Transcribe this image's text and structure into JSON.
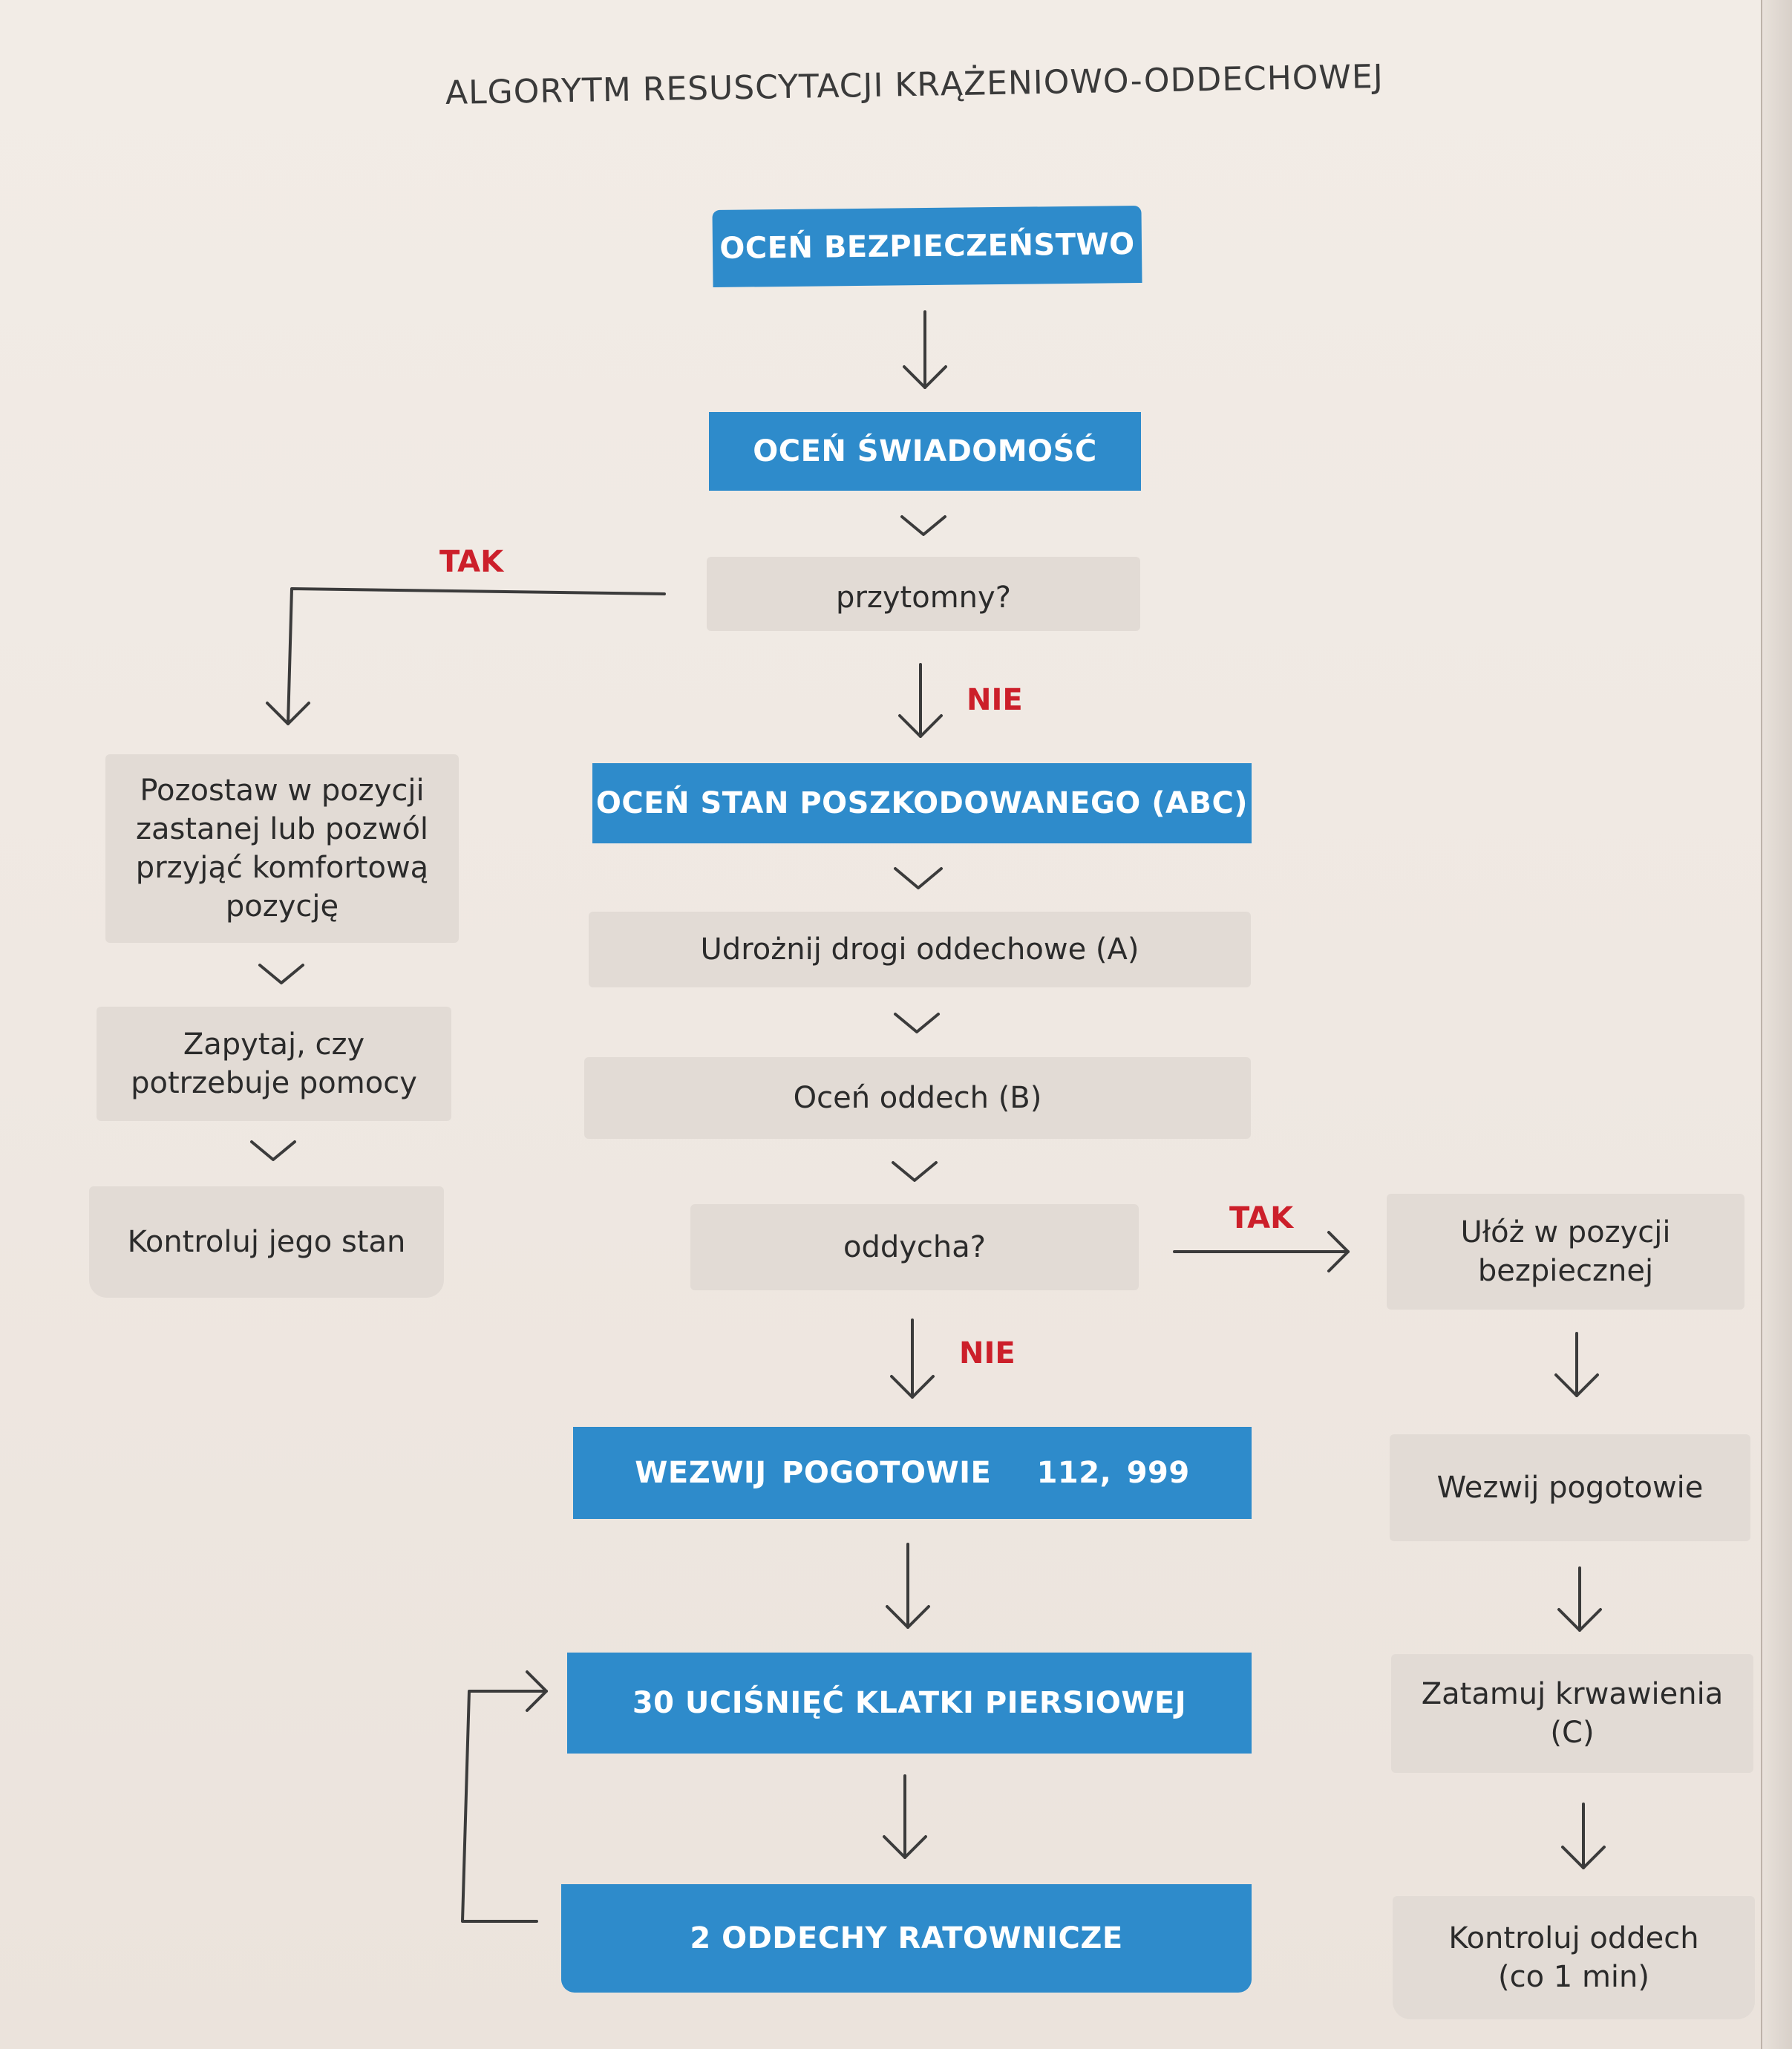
{
  "title": "ALGORYTM RESUSCYTACJI KRĄŻENIOWO-ODDECHOWEJ",
  "colors": {
    "blue_box": "#2e8bcb",
    "grey_box": "#e2dbd5",
    "red_label": "#cc1f2a",
    "line": "#3b3b3b"
  },
  "main": {
    "ocen_bezpieczenstwo": "OCEŃ BEZPIECZEŃSTWO",
    "ocen_swiadomosc": "OCEŃ ŚWIADOMOŚĆ",
    "przytomny": "przytomny?",
    "ocen_stan": "OCEŃ STAN POSZKODOWANEGO (ABC)",
    "udroznij": "Udrożnij drogi oddechowe (A)",
    "ocen_oddech": "Oceń oddech (B)",
    "oddycha": "oddycha?",
    "wezwij_pogotowie": "WEZWIJ POGOTOWIE   112, 999",
    "uciskniecia": "30 UCIŚNIĘĆ KLATKI PIERSIOWEJ",
    "oddechy": "2 ODDECHY RATOWNICZE"
  },
  "left": {
    "pozostaw": "Pozostaw w pozycji zastanej lub pozwól przyjąć komfortową pozycję",
    "zapytaj": "Zapytaj, czy potrzebuje pomocy",
    "kontroluj_stan": "Kontroluj jego stan"
  },
  "right": {
    "uloz": "Ułóż w pozycji bezpiecznej",
    "wezwij": "Wezwij pogotowie",
    "zatamuj": "Zatamuj krwawienia (C)",
    "kontroluj_oddech": "Kontroluj oddech (co 1 min)"
  },
  "labels": {
    "tak_przytomny": "TAK",
    "nie_przytomny": "NIE",
    "tak_oddycha": "TAK",
    "nie_oddycha": "NIE"
  }
}
